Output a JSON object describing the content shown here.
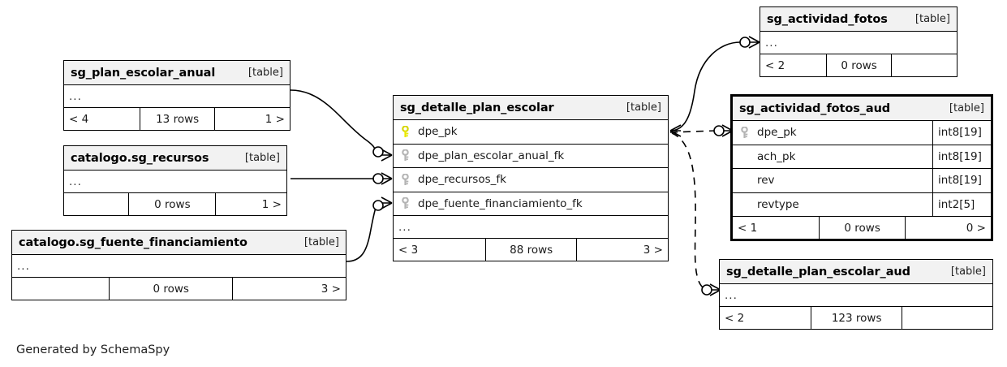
{
  "diagram": {
    "generator_note": "Generated by SchemaSpy",
    "table_tag": "[table]",
    "ellipsis": "...",
    "colors": {
      "pk_key": "#e8e800",
      "fk_key": "#b4b4b4",
      "header_bg": "#f2f2f2",
      "border": "#000000",
      "edge": "#000000",
      "page_bg": "#ffffff"
    }
  },
  "tables": [
    {
      "id": "sg_plan_escolar_anual",
      "name": "sg_plan_escolar_anual",
      "tag": "[table]",
      "focus": false,
      "columns": [],
      "ellipsis": "...",
      "footer": {
        "left": "< 4",
        "center": "13 rows",
        "right": "1 >"
      }
    },
    {
      "id": "catalogo_sg_recursos",
      "name": "catalogo.sg_recursos",
      "tag": "[table]",
      "focus": false,
      "columns": [],
      "ellipsis": "...",
      "footer": {
        "left": "",
        "center": "0 rows",
        "right": "1 >"
      }
    },
    {
      "id": "catalogo_sg_fuente_financiamiento",
      "name": "catalogo.sg_fuente_financiamiento",
      "tag": "[table]",
      "focus": false,
      "columns": [],
      "ellipsis": "...",
      "footer": {
        "left": "",
        "center": "0 rows",
        "right": "3 >"
      }
    },
    {
      "id": "sg_detalle_plan_escolar",
      "name": "sg_detalle_plan_escolar",
      "tag": "[table]",
      "focus": false,
      "columns": [
        {
          "name": "dpe_pk",
          "key": "primary",
          "type": ""
        },
        {
          "name": "dpe_plan_escolar_anual_fk",
          "key": "foreign",
          "type": ""
        },
        {
          "name": "dpe_recursos_fk",
          "key": "foreign",
          "type": ""
        },
        {
          "name": "dpe_fuente_financiamiento_fk",
          "key": "foreign",
          "type": ""
        }
      ],
      "ellipsis": "...",
      "footer": {
        "left": "< 3",
        "center": "88 rows",
        "right": "3 >"
      }
    },
    {
      "id": "sg_actividad_fotos",
      "name": "sg_actividad_fotos",
      "tag": "[table]",
      "focus": false,
      "columns": [],
      "ellipsis": "...",
      "footer": {
        "left": "< 2",
        "center": "0 rows",
        "right": ""
      }
    },
    {
      "id": "sg_actividad_fotos_aud",
      "name": "sg_actividad_fotos_aud",
      "tag": "[table]",
      "focus": true,
      "columns": [
        {
          "name": "dpe_pk",
          "key": "foreign",
          "type": "int8[19]"
        },
        {
          "name": "ach_pk",
          "key": "none",
          "type": "int8[19]"
        },
        {
          "name": "rev",
          "key": "none",
          "type": "int8[19]"
        },
        {
          "name": "revtype",
          "key": "none",
          "type": "int2[5]"
        }
      ],
      "ellipsis": "",
      "footer": {
        "left": "< 1",
        "center": "0 rows",
        "right": "0 >"
      }
    },
    {
      "id": "sg_detalle_plan_escolar_aud",
      "name": "sg_detalle_plan_escolar_aud",
      "tag": "[table]",
      "focus": false,
      "columns": [],
      "ellipsis": "...",
      "footer": {
        "left": "< 2",
        "center": "123 rows",
        "right": ""
      }
    }
  ],
  "relationships": [
    {
      "from": "sg_plan_escolar_anual",
      "to": "sg_detalle_plan_escolar.dpe_plan_escolar_anual_fk",
      "style": "solid"
    },
    {
      "from": "catalogo_sg_recursos",
      "to": "sg_detalle_plan_escolar.dpe_recursos_fk",
      "style": "solid"
    },
    {
      "from": "catalogo_sg_fuente_financiamiento",
      "to": "sg_detalle_plan_escolar.dpe_fuente_financiamiento_fk",
      "style": "solid"
    },
    {
      "from": "sg_detalle_plan_escolar.dpe_pk",
      "to": "sg_actividad_fotos",
      "style": "solid"
    },
    {
      "from": "sg_detalle_plan_escolar.dpe_pk",
      "to": "sg_actividad_fotos_aud.dpe_pk",
      "style": "dashed"
    },
    {
      "from": "sg_detalle_plan_escolar.dpe_pk",
      "to": "sg_detalle_plan_escolar_aud",
      "style": "dashed"
    }
  ]
}
